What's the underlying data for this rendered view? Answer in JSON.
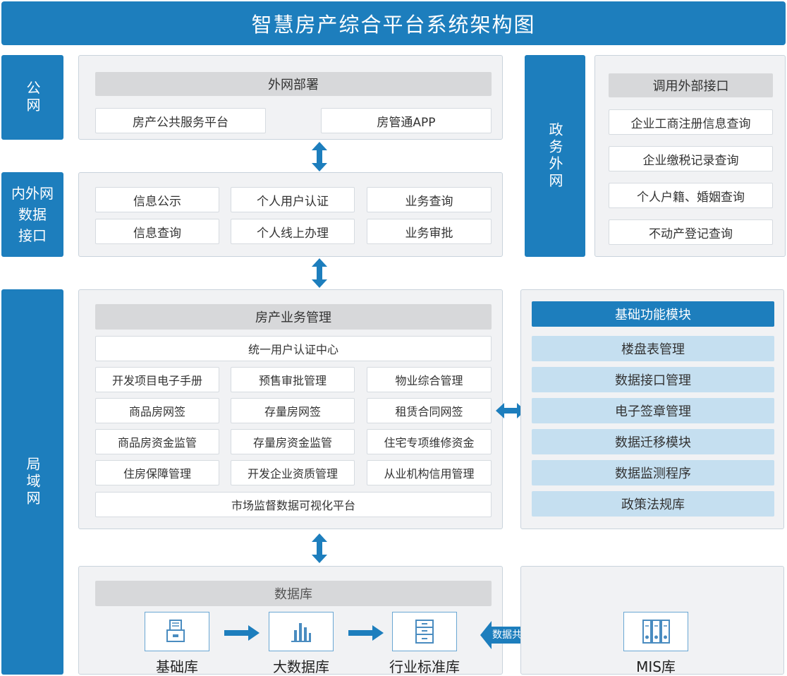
{
  "title": "智慧房产综合平台系统架构图",
  "left_labels": {
    "public": "公网",
    "interface": [
      "内外网",
      "数据",
      "接口"
    ],
    "lan": "局域网"
  },
  "external": {
    "header": "外网部署",
    "items": [
      "房产公共服务平台",
      "房管通APP"
    ]
  },
  "interface_panel": {
    "row1": [
      "信息公示",
      "个人用户认证",
      "业务查询"
    ],
    "row2": [
      "信息查询",
      "个人线上办理",
      "业务审批"
    ]
  },
  "gov": {
    "label": "政务外网",
    "header": "调用外部接口",
    "items": [
      "企业工商注册信息查询",
      "企业缴税记录查询",
      "个人户籍、婚姻查询",
      "不动产登记查询"
    ]
  },
  "business": {
    "header": "房产业务管理",
    "auth": "统一用户认证中心",
    "rows": [
      [
        "开发项目电子手册",
        "预售审批管理",
        "物业综合管理"
      ],
      [
        "商品房网签",
        "存量房网签",
        "租赁合同网签"
      ],
      [
        "商品房资金监管",
        "存量房资金监管",
        "住宅专项维修资金"
      ],
      [
        "住房保障管理",
        "开发企业资质管理",
        "从业机构信用管理"
      ]
    ],
    "footer": "市场监督数据可视化平台"
  },
  "basic": {
    "header": "基础功能模块",
    "items": [
      "楼盘表管理",
      "数据接口管理",
      "电子签章管理",
      "数据迁移模块",
      "数据监测程序",
      "政策法规库"
    ]
  },
  "database": {
    "header": "数据库",
    "items": [
      {
        "label": "基础库",
        "icon": "file-cabinet-icon"
      },
      {
        "label": "大数据库",
        "icon": "bar-chart-icon"
      },
      {
        "label": "行业标准库",
        "icon": "drawer-cabinet-icon"
      }
    ],
    "share_label": "数据共享",
    "mis": {
      "label": "MIS库",
      "icon": "binders-icon"
    }
  },
  "colors": {
    "primary": "#1d7ebd",
    "light": "#c5dff0",
    "panel": "#f1f2f4",
    "gray": "#d7d8da"
  }
}
